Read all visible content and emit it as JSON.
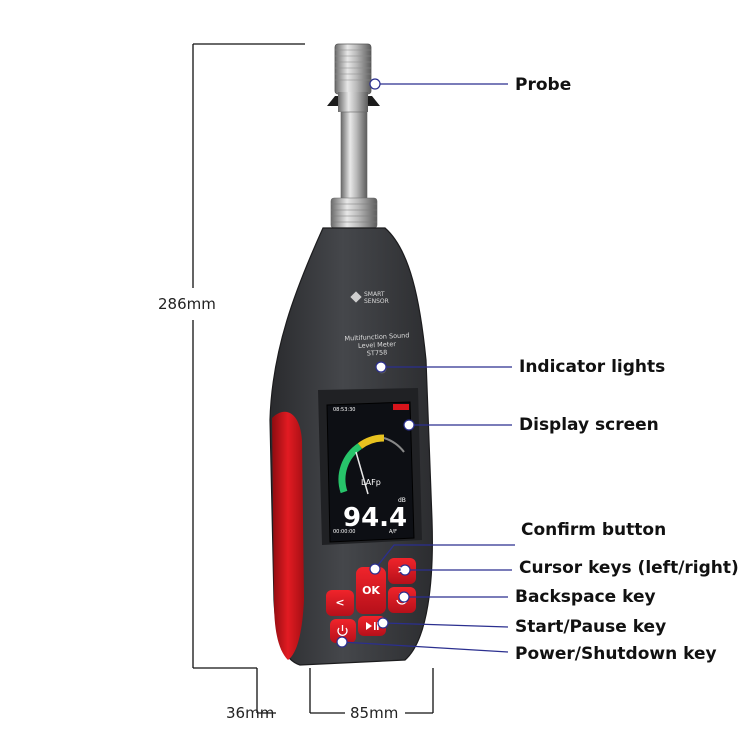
{
  "dimensions": {
    "height": "286mm",
    "depth": "36mm",
    "width": "85mm"
  },
  "callouts": [
    {
      "id": "probe",
      "label": "Probe"
    },
    {
      "id": "indicator",
      "label": "Indicator lights"
    },
    {
      "id": "display",
      "label": "Display screen"
    },
    {
      "id": "confirm",
      "label": "Confirm button"
    },
    {
      "id": "cursor",
      "label": "Cursor keys (left/right)"
    },
    {
      "id": "backspace",
      "label": "Backspace key"
    },
    {
      "id": "startpause",
      "label": "Start/Pause key"
    },
    {
      "id": "power",
      "label": "Power/Shutdown key"
    }
  ],
  "device": {
    "brand_line1": "SMART",
    "brand_line2": "SENSOR",
    "title_line1": "Multifunction Sound",
    "title_line2": "Level Meter",
    "model": "ST758",
    "screen": {
      "time": "08:53:30",
      "reading": "94.4",
      "unit": "dB",
      "weighting": "LAFp",
      "status_left": "00:00:00",
      "status_right": "A/F"
    },
    "keys": {
      "ok": "OK",
      "left": "<",
      "right": ">"
    }
  },
  "colors": {
    "body": "#3b3d40",
    "accent_red": "#d7141b",
    "callout_line": "#2b2f8f",
    "screen_bg": "#0d0f14"
  }
}
